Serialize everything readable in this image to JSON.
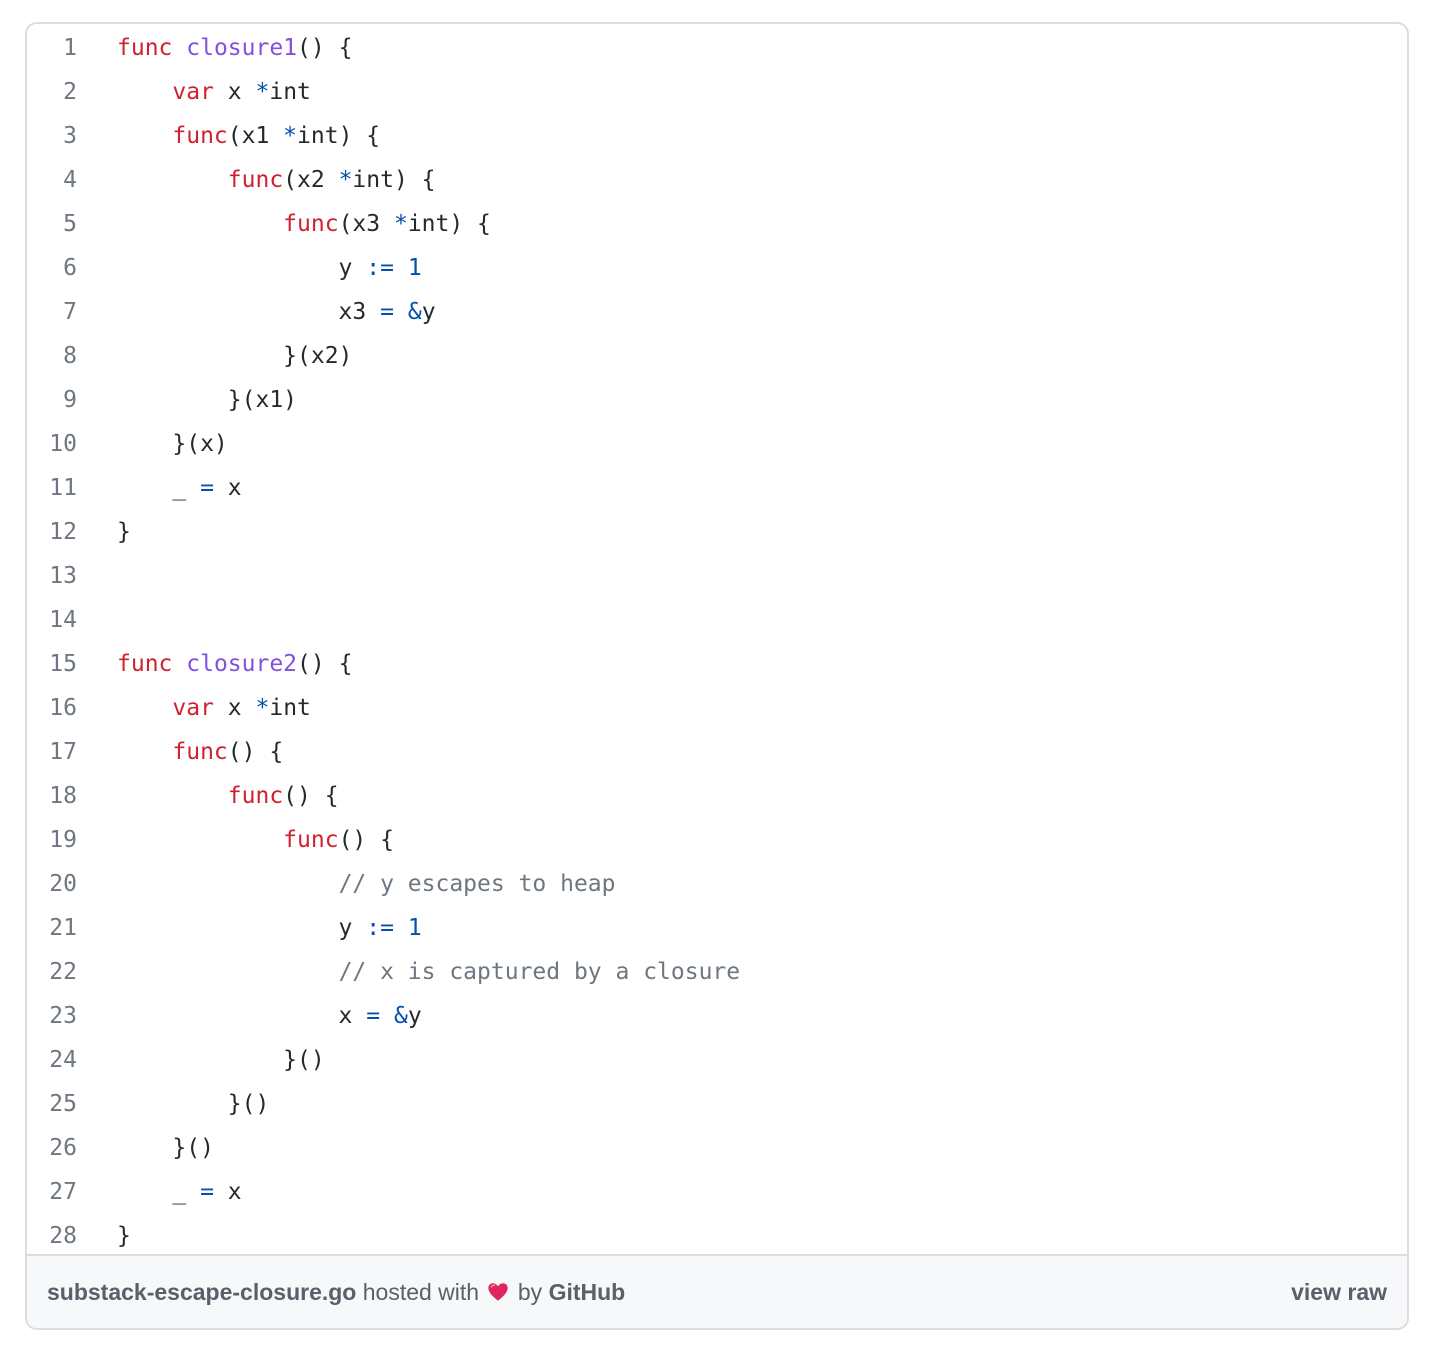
{
  "gist": {
    "filename": "substack-escape-closure.go",
    "hosted_with": "hosted with",
    "by": "by",
    "host": "GitHub",
    "heart_icon": "heart-icon",
    "view_raw": "view raw"
  },
  "code": {
    "lines": [
      {
        "n": "1",
        "tokens": [
          {
            "t": "func",
            "c": "k"
          },
          {
            "t": " "
          },
          {
            "t": "closure1",
            "c": "f"
          },
          {
            "t": "() {"
          }
        ]
      },
      {
        "n": "2",
        "tokens": [
          {
            "t": "    "
          },
          {
            "t": "var",
            "c": "k"
          },
          {
            "t": " x "
          },
          {
            "t": "*",
            "c": "o"
          },
          {
            "t": "int"
          }
        ]
      },
      {
        "n": "3",
        "tokens": [
          {
            "t": "    "
          },
          {
            "t": "func",
            "c": "k"
          },
          {
            "t": "(x1 "
          },
          {
            "t": "*",
            "c": "o"
          },
          {
            "t": "int) {"
          }
        ]
      },
      {
        "n": "4",
        "tokens": [
          {
            "t": "        "
          },
          {
            "t": "func",
            "c": "k"
          },
          {
            "t": "(x2 "
          },
          {
            "t": "*",
            "c": "o"
          },
          {
            "t": "int) {"
          }
        ]
      },
      {
        "n": "5",
        "tokens": [
          {
            "t": "            "
          },
          {
            "t": "func",
            "c": "k"
          },
          {
            "t": "(x3 "
          },
          {
            "t": "*",
            "c": "o"
          },
          {
            "t": "int) {"
          }
        ]
      },
      {
        "n": "6",
        "tokens": [
          {
            "t": "                y "
          },
          {
            "t": ":=",
            "c": "o"
          },
          {
            "t": " "
          },
          {
            "t": "1",
            "c": "o"
          }
        ]
      },
      {
        "n": "7",
        "tokens": [
          {
            "t": "                x3 "
          },
          {
            "t": "=",
            "c": "o"
          },
          {
            "t": " "
          },
          {
            "t": "&",
            "c": "o"
          },
          {
            "t": "y"
          }
        ]
      },
      {
        "n": "8",
        "tokens": [
          {
            "t": "            }(x2)"
          }
        ]
      },
      {
        "n": "9",
        "tokens": [
          {
            "t": "        }(x1)"
          }
        ]
      },
      {
        "n": "10",
        "tokens": [
          {
            "t": "    }(x)"
          }
        ]
      },
      {
        "n": "11",
        "tokens": [
          {
            "t": "    _ "
          },
          {
            "t": "=",
            "c": "o"
          },
          {
            "t": " x"
          }
        ]
      },
      {
        "n": "12",
        "tokens": [
          {
            "t": "}"
          }
        ]
      },
      {
        "n": "13",
        "tokens": []
      },
      {
        "n": "14",
        "tokens": []
      },
      {
        "n": "15",
        "tokens": [
          {
            "t": "func",
            "c": "k"
          },
          {
            "t": " "
          },
          {
            "t": "closure2",
            "c": "f"
          },
          {
            "t": "() {"
          }
        ]
      },
      {
        "n": "16",
        "tokens": [
          {
            "t": "    "
          },
          {
            "t": "var",
            "c": "k"
          },
          {
            "t": " x "
          },
          {
            "t": "*",
            "c": "o"
          },
          {
            "t": "int"
          }
        ]
      },
      {
        "n": "17",
        "tokens": [
          {
            "t": "    "
          },
          {
            "t": "func",
            "c": "k"
          },
          {
            "t": "() {"
          }
        ]
      },
      {
        "n": "18",
        "tokens": [
          {
            "t": "        "
          },
          {
            "t": "func",
            "c": "k"
          },
          {
            "t": "() {"
          }
        ]
      },
      {
        "n": "19",
        "tokens": [
          {
            "t": "            "
          },
          {
            "t": "func",
            "c": "k"
          },
          {
            "t": "() {"
          }
        ]
      },
      {
        "n": "20",
        "tokens": [
          {
            "t": "                "
          },
          {
            "t": "// y escapes to heap",
            "c": "c"
          }
        ]
      },
      {
        "n": "21",
        "tokens": [
          {
            "t": "                y "
          },
          {
            "t": ":=",
            "c": "o"
          },
          {
            "t": " "
          },
          {
            "t": "1",
            "c": "o"
          }
        ]
      },
      {
        "n": "22",
        "tokens": [
          {
            "t": "                "
          },
          {
            "t": "// x is captured by a closure",
            "c": "c"
          }
        ]
      },
      {
        "n": "23",
        "tokens": [
          {
            "t": "                x "
          },
          {
            "t": "=",
            "c": "o"
          },
          {
            "t": " "
          },
          {
            "t": "&",
            "c": "o"
          },
          {
            "t": "y"
          }
        ]
      },
      {
        "n": "24",
        "tokens": [
          {
            "t": "            }()"
          }
        ]
      },
      {
        "n": "25",
        "tokens": [
          {
            "t": "        }()"
          }
        ]
      },
      {
        "n": "26",
        "tokens": [
          {
            "t": "    }()"
          }
        ]
      },
      {
        "n": "27",
        "tokens": [
          {
            "t": "    _ "
          },
          {
            "t": "=",
            "c": "o"
          },
          {
            "t": " x"
          }
        ]
      },
      {
        "n": "28",
        "tokens": [
          {
            "t": "}"
          }
        ]
      }
    ]
  },
  "colors": {
    "keyword": "#cf222e",
    "function_name": "#8250df",
    "operator": "#0550ae",
    "comment": "#6e7781",
    "text": "#24292e",
    "heart": "#e0245e"
  }
}
